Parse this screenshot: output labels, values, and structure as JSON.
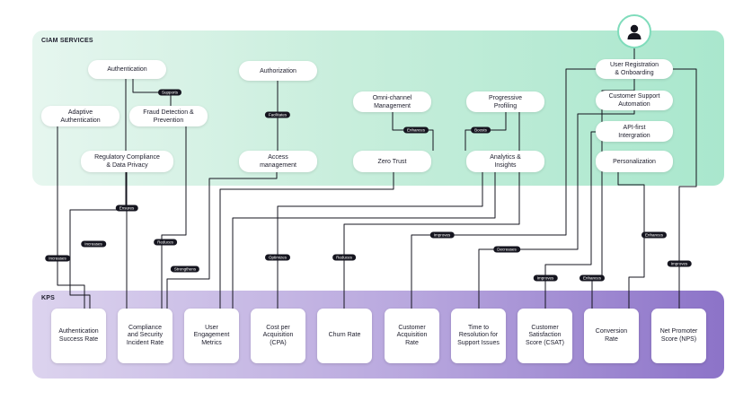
{
  "sections": {
    "ciam": "CIAM SERVICES",
    "kps": "KPS"
  },
  "icons": {
    "user": "user-avatar-icon"
  },
  "colors": {
    "ciam_panel": "#a9e7cd",
    "kps_panel": "#8c73c8",
    "connector": "#15151f",
    "tag": "#15151f"
  },
  "services": {
    "authentication": "Authentication",
    "adaptive_auth": "Adaptive\nAuthentication",
    "fraud": "Fraud Detection &\nPrevention",
    "regulatory": "Regulatory Compliance\n& Data Privacy",
    "authorization": "Authorization",
    "access": "Access\nmanagement",
    "omni": "Omni-channel\nManagement",
    "zero_trust": "Zero Trust",
    "progressive": "Progressive\nProfiling",
    "analytics": "Analytics &\nInsights",
    "registration": "User Registration\n& Onboarding",
    "support": "Customer Support\nAutomation",
    "api": "API-first\nIntergration",
    "personalization": "Personalization"
  },
  "kpis": {
    "auth_success": "Authentication\nSuccess Rate",
    "compliance": "Compliance\nand Security\nIncident Rate",
    "engagement": "User\nEngagement\nMetrics",
    "cpa": "Cost per\nAcquisition\n(CPA)",
    "churn": "Churn Rate",
    "acquisition": "Customer\nAcquisition\nRate",
    "resolution": "Time to\nResolution for\nSupport Issues",
    "csat": "Customer\nSatisfaction\nScore (CSAT)",
    "conversion": "Conversion\nRate",
    "nps": "Net Promoter\nScore (NPS)"
  },
  "tags": {
    "supports": "Supports",
    "facilitates": "Facilitates",
    "enhances_omni": "Enhances",
    "boosts": "Boosts",
    "ensures": "Ensures",
    "reduces_fraud": "Reduces",
    "increases_adaptive": "Increases",
    "increases_auth": "Increases",
    "strengthens": "Strengthens",
    "optimizes": "Optimizes",
    "reduces_churn": "Reduces",
    "improves_acq": "Improves",
    "decreases": "Decreases",
    "improves_csat": "Improves",
    "enhances_conv": "Enhances",
    "enhances_pers": "Enhances",
    "improves_nps": "Improves"
  }
}
